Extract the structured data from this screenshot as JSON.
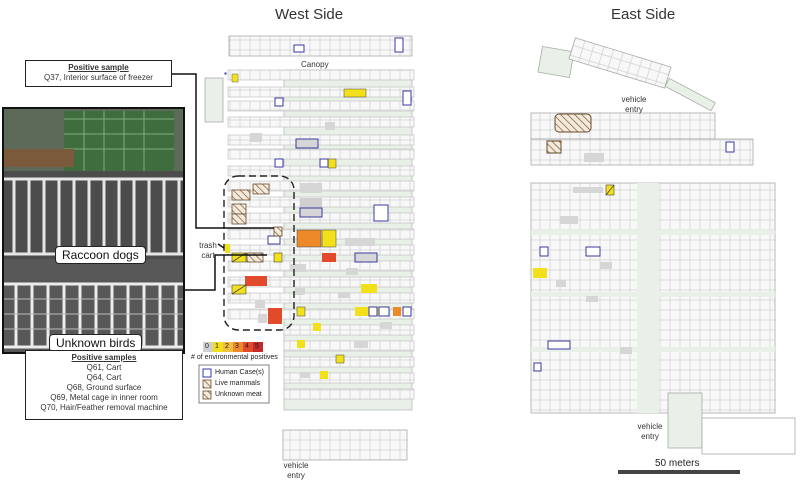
{
  "titles": {
    "west": "West Side",
    "east": "East Side"
  },
  "map_labels": {
    "canopy": "Canopy",
    "east_vehicle_entry": "vehicle\nentry",
    "east_vehicle_entry_bottom": "vehicle\nentry",
    "west_vehicle_entry": "vehicle\nentry",
    "trash_cart": "trash\ncart"
  },
  "callout_top": {
    "heading": "Positive sample",
    "text": "Q37, Interior surface of freezer"
  },
  "callout_bottom": {
    "heading": "Positive samples",
    "items": [
      "Q61, Cart",
      "Q64, Cart",
      "Q68, Ground surface",
      "Q69, Metal cage in inner room",
      "Q70, Hair/Feather removal machine"
    ]
  },
  "photo_labels": {
    "top": "Raccoon dogs",
    "bottom": "Unknown birds"
  },
  "legend": {
    "scale_values": [
      "0",
      "1",
      "2",
      "3",
      "4",
      "5"
    ],
    "scale_caption": "# of environmental positives",
    "items": [
      {
        "symbol": "human-case",
        "label": "Human Case(s)"
      },
      {
        "symbol": "live-mammals",
        "label": "Live mammals"
      },
      {
        "symbol": "unknown-meat",
        "label": "Unknown meat"
      }
    ]
  },
  "scale_bar": {
    "label": "50 meters"
  },
  "colors": {
    "stall_empty": "#ffffff",
    "stall_grey": "#d6d6d6",
    "building_fill": "#e9f0e8",
    "level_0": "#cfcfcf",
    "level_1": "#f2e01a",
    "level_2": "#f0c040",
    "level_3": "#ec8a2a",
    "level_4": "#e14a2a",
    "level_5": "#c42a2a",
    "human_case": "#3a3aa0"
  }
}
